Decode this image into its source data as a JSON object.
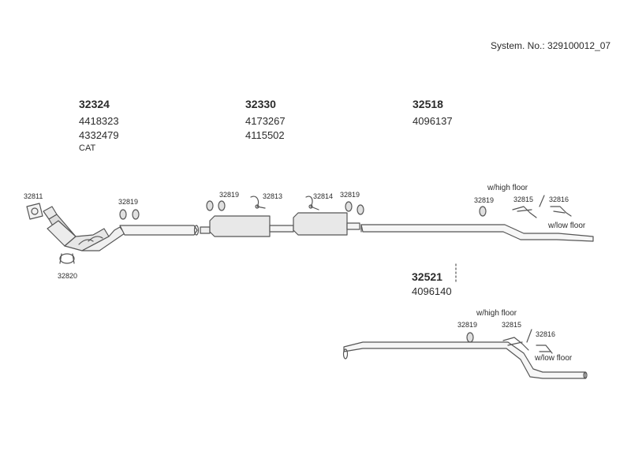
{
  "header": {
    "system_no": "System. No.: 329100012_07"
  },
  "groups": [
    {
      "number": "32324",
      "codes": [
        "4418323",
        "4332479"
      ],
      "note": "CAT"
    },
    {
      "number": "32330",
      "codes": [
        "4173267",
        "4115502"
      ]
    },
    {
      "number": "32518",
      "codes": [
        "4096137"
      ]
    },
    {
      "number": "32521",
      "codes": [
        "4096140"
      ]
    }
  ],
  "parts": {
    "p32811": "32811",
    "p32819_a": "32819",
    "p32820": "32820",
    "p32819_b": "32819",
    "p32813": "32813",
    "p32814": "32814",
    "p32819_c": "32819",
    "p32819_d": "32819",
    "p32815_a": "32815",
    "p32816_a": "32816",
    "p32819_e": "32819",
    "p32815_b": "32815",
    "p32816_b": "32816"
  },
  "notes": {
    "high_floor_a": "w/high floor",
    "low_floor_a": "w/low floor",
    "high_floor_b": "w/high floor",
    "low_floor_b": "w/low floor"
  }
}
